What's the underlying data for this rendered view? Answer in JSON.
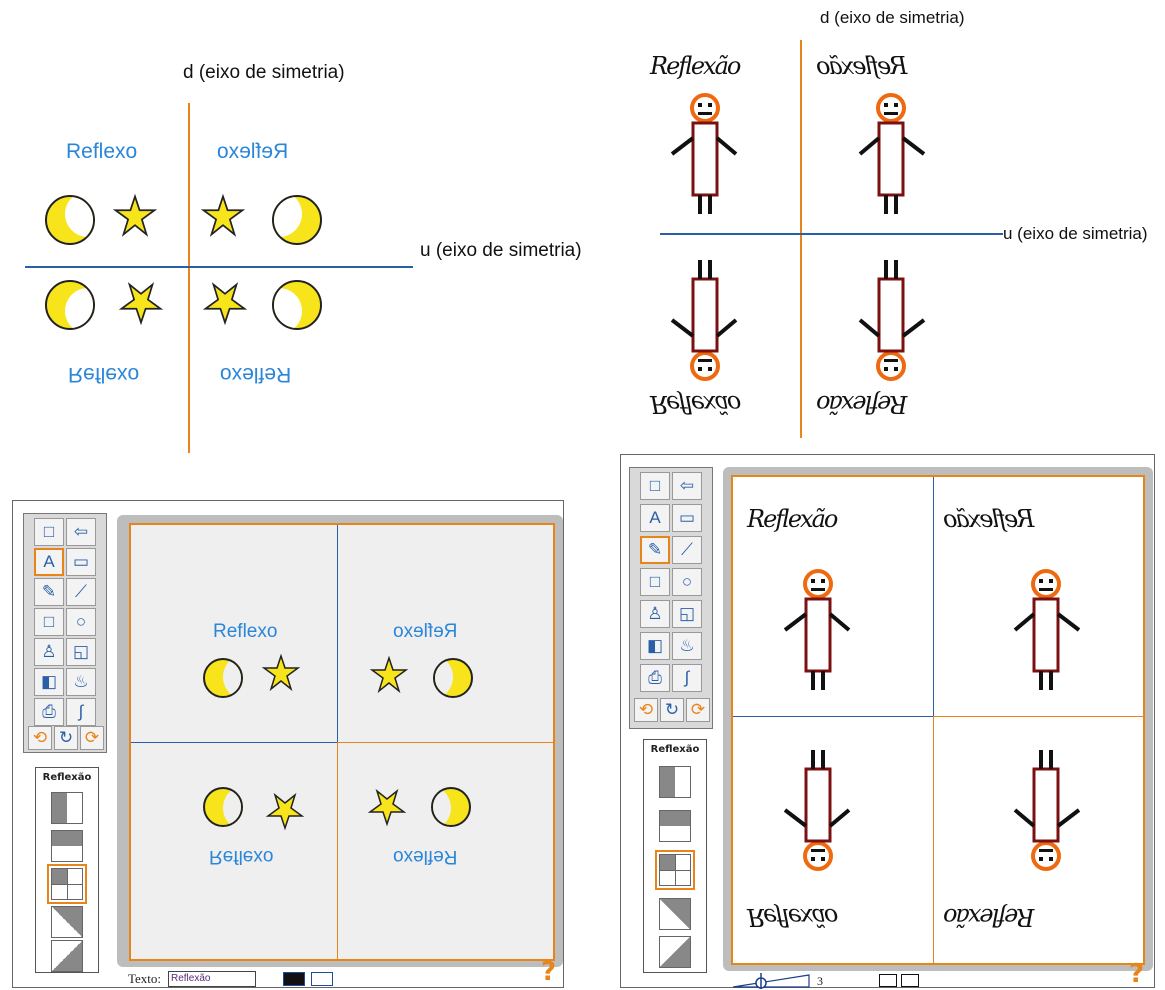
{
  "top_left": {
    "vertical_axis_label": "d (eixo de simetria)",
    "horizontal_axis_label": "u (eixo de simetria)",
    "word": "Reflexo"
  },
  "top_right": {
    "vertical_axis_label": "d (eixo de simetria)",
    "horizontal_axis_label": "u (eixo de simetria)",
    "scribble": "Reflexão"
  },
  "app_left": {
    "reflection_panel_title": "Reflexão",
    "word": "Reflexo",
    "text_label": "Texto:",
    "text_value": "Reflexão",
    "help_icon": "?"
  },
  "app_right": {
    "reflection_panel_title": "Reflexão",
    "scribble": "Reflexão",
    "line_width_value": "3",
    "help_icon": "?"
  },
  "tools": [
    "new-page-icon",
    "undo-arrow-icon",
    "text-icon",
    "eraser-icon",
    "pencil-icon",
    "line-icon",
    "rectangle-icon",
    "circle-icon",
    "stamp-icon",
    "select-icon",
    "fill-icon",
    "paint-bucket-icon",
    "print-icon",
    "brush-icon",
    "rotate-left-icon",
    "rotate-icon",
    "rotate-right-icon"
  ],
  "colors": {
    "accent_orange": "#e8851a",
    "axis_blue": "#2a5fa8",
    "word_blue": "#2a86d8",
    "moon_yellow": "#f7e41b",
    "figure_dark_red": "#7a1010"
  }
}
